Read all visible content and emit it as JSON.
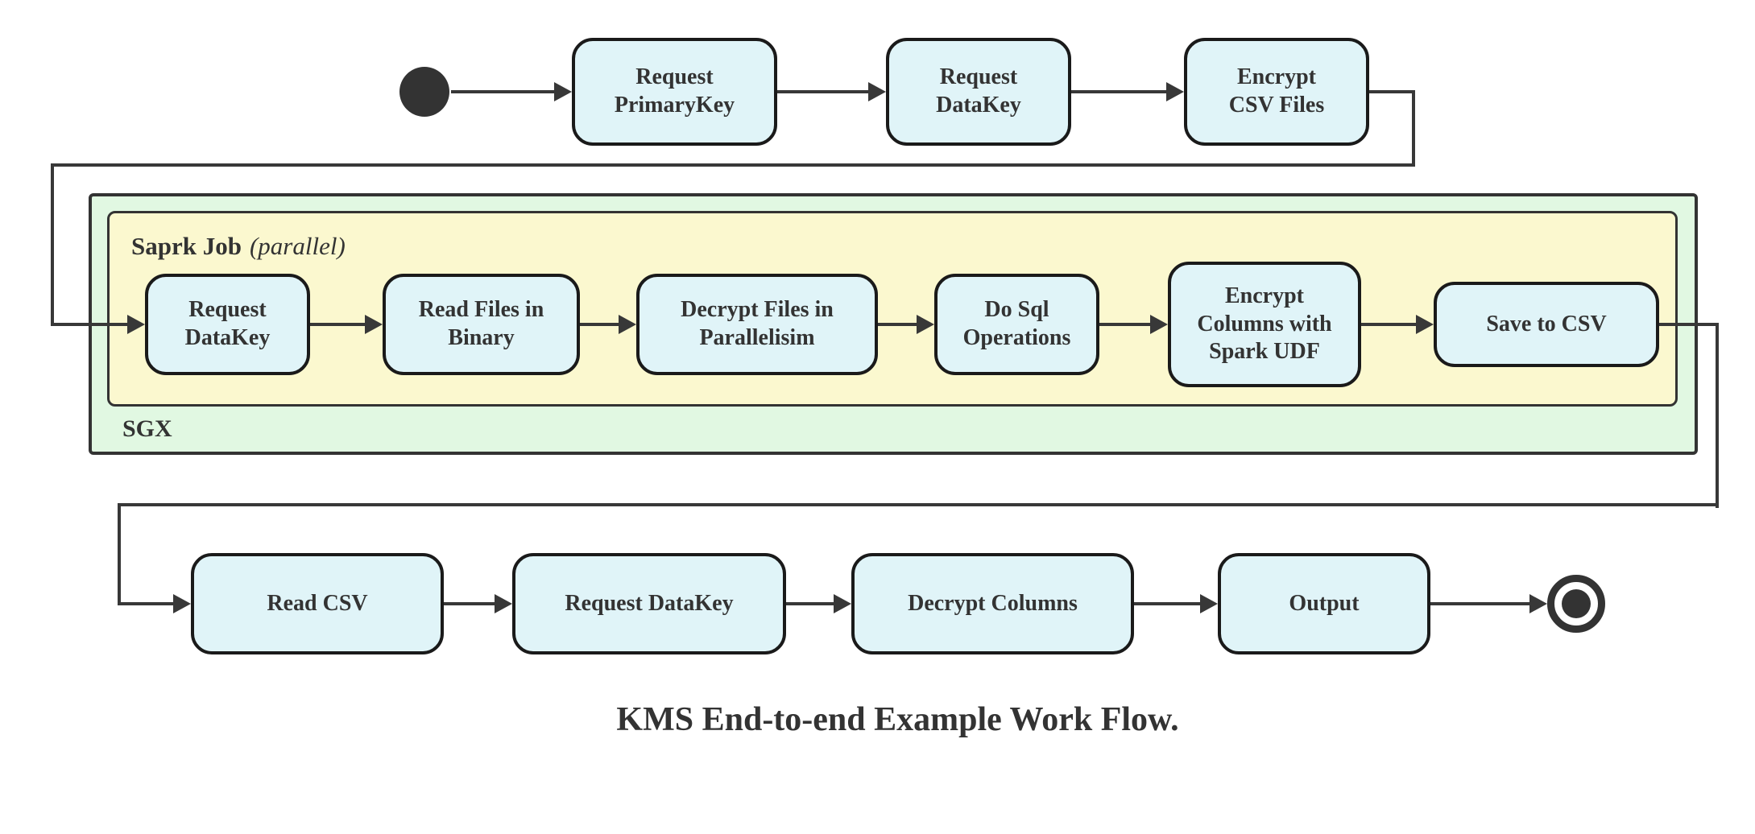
{
  "colors": {
    "background": "#ffffff",
    "node_fill": "#e0f4f8",
    "node_border": "#1a1a1a",
    "edge": "#383838",
    "sgx_fill": "#e1f8e2",
    "spark_fill": "#fbf8cf",
    "text": "#333333"
  },
  "caption": "KMS End-to-end Example Work Flow.",
  "containers": {
    "sgx": {
      "label": "SGX"
    },
    "spark_job": {
      "title": "Saprk Job",
      "qualifier": "(parallel)"
    }
  },
  "nodes": {
    "top": [
      {
        "label": "Request\nPrimaryKey"
      },
      {
        "label": "Request\nDataKey"
      },
      {
        "label": "Encrypt\nCSV Files"
      }
    ],
    "spark": [
      {
        "label": "Request\nDataKey"
      },
      {
        "label": "Read Files in\nBinary"
      },
      {
        "label": "Decrypt Files in\nParallelisim"
      },
      {
        "label": "Do Sql\nOperations"
      },
      {
        "label": "Encrypt\nColumns with\nSpark UDF"
      },
      {
        "label": "Save to CSV"
      }
    ],
    "bottom": [
      {
        "label": "Read CSV"
      },
      {
        "label": "Request DataKey"
      },
      {
        "label": "Decrypt Columns"
      },
      {
        "label": "Output"
      }
    ]
  },
  "icons": {
    "start": "filled-circle",
    "end": "ring-with-dot"
  }
}
